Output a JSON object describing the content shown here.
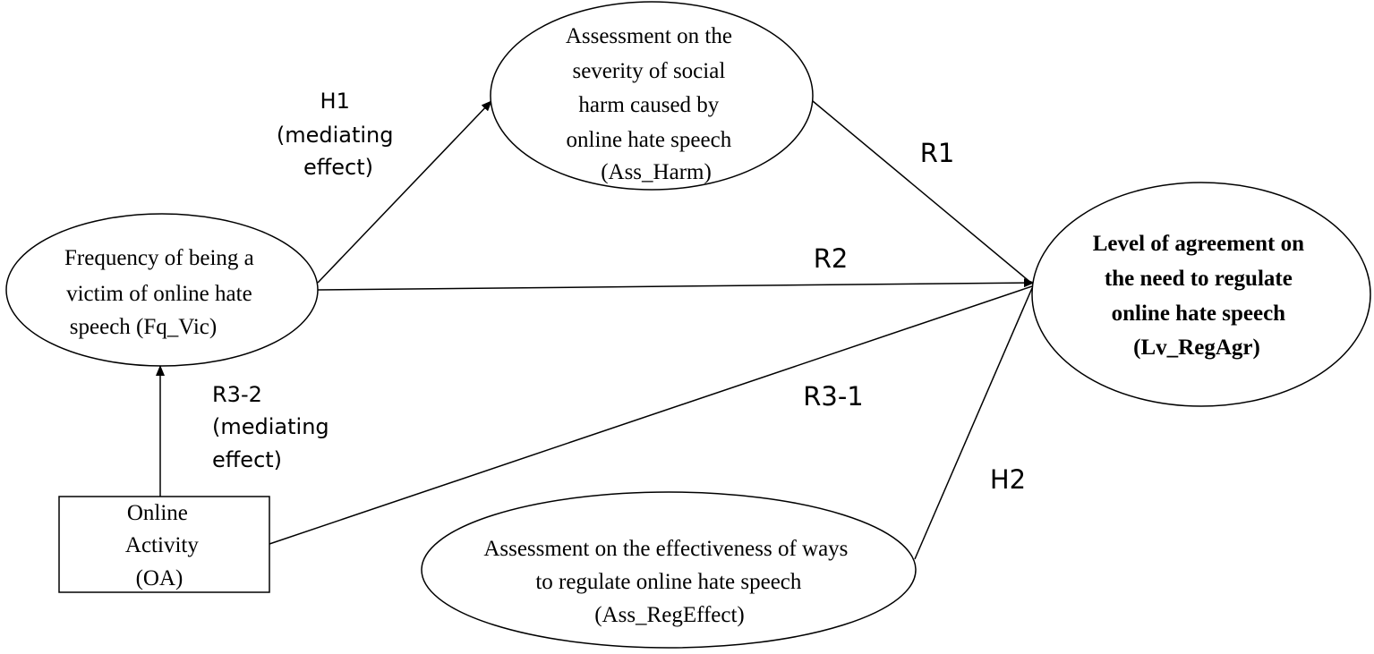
{
  "nodes": {
    "ass_harm": {
      "lines": [
        "Assessment on the",
        "severity of social",
        "harm caused by",
        "online hate speech",
        "(Ass_Harm)"
      ]
    },
    "fq_vic": {
      "lines": [
        "Frequency of being a",
        "victim of online hate",
        "speech (Fq_Vic)"
      ]
    },
    "lv_regagr": {
      "lines": [
        "Level of agreement on",
        "the need to regulate",
        "online hate speech",
        "(Lv_RegAgr)"
      ]
    },
    "oa": {
      "lines": [
        "Online",
        "Activity",
        "(OA)"
      ]
    },
    "ass_regeffect": {
      "lines": [
        "Assessment on the effectiveness of ways",
        "to regulate online hate speech",
        "(Ass_RegEffect)"
      ]
    }
  },
  "edges": {
    "h1": {
      "lines": [
        "H1",
        "(mediating",
        "effect)"
      ]
    },
    "r1": {
      "lines": [
        "R1"
      ]
    },
    "r2": {
      "lines": [
        "R2"
      ]
    },
    "r3_1": {
      "lines": [
        "R3-1"
      ]
    },
    "r3_2": {
      "lines": [
        "R3-2",
        "(mediating",
        "effect)"
      ]
    },
    "h2": {
      "lines": [
        "H2"
      ]
    }
  }
}
